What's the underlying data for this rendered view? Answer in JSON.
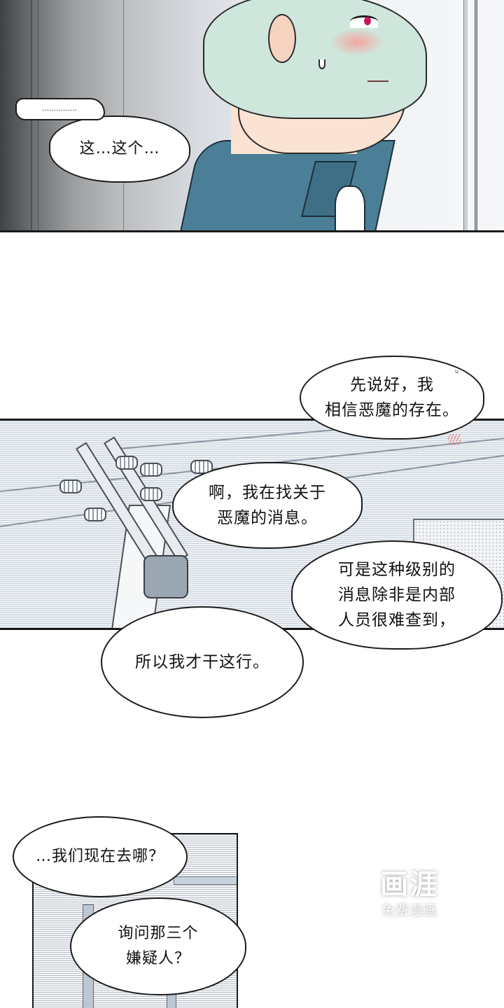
{
  "comic": {
    "panels": [
      {
        "id": "panel-1",
        "scene": "office corridor, mint-haired man in blue shirt blushing and sweating",
        "bubbles": {
          "ellipsis": "……………",
          "this": "这…这个…"
        }
      },
      {
        "id": "panel-2",
        "scene": "utility pole with insulators and transformer against striped sky",
        "bubbles": {
          "believe": [
            "先说好，我",
            "相信恶魔的存在。"
          ],
          "searching": [
            "啊，我在找关于",
            "恶魔的消息。"
          ],
          "level": [
            "可是这种级别的",
            "消息除非是内部",
            "人员很难查到，"
          ],
          "sothat": "所以我才干这行。"
        },
        "marks": {
          "u_mark": "u"
        }
      },
      {
        "id": "panel-3",
        "scene": "hallway interior with striped walls",
        "bubbles": {
          "where": "…我们现在去哪？",
          "ask": [
            "询问那三个",
            "嫌疑人？"
          ]
        }
      }
    ]
  },
  "watermark": {
    "logo": "画涯",
    "subtitle": "免费漫画"
  },
  "colors": {
    "hair": "#cfe6dc",
    "skin": "#fbe3d3",
    "shirt": "#4a7f97",
    "iris": "#c2185b",
    "blush": "#f3a6a0",
    "border": "#1a1a1a"
  }
}
